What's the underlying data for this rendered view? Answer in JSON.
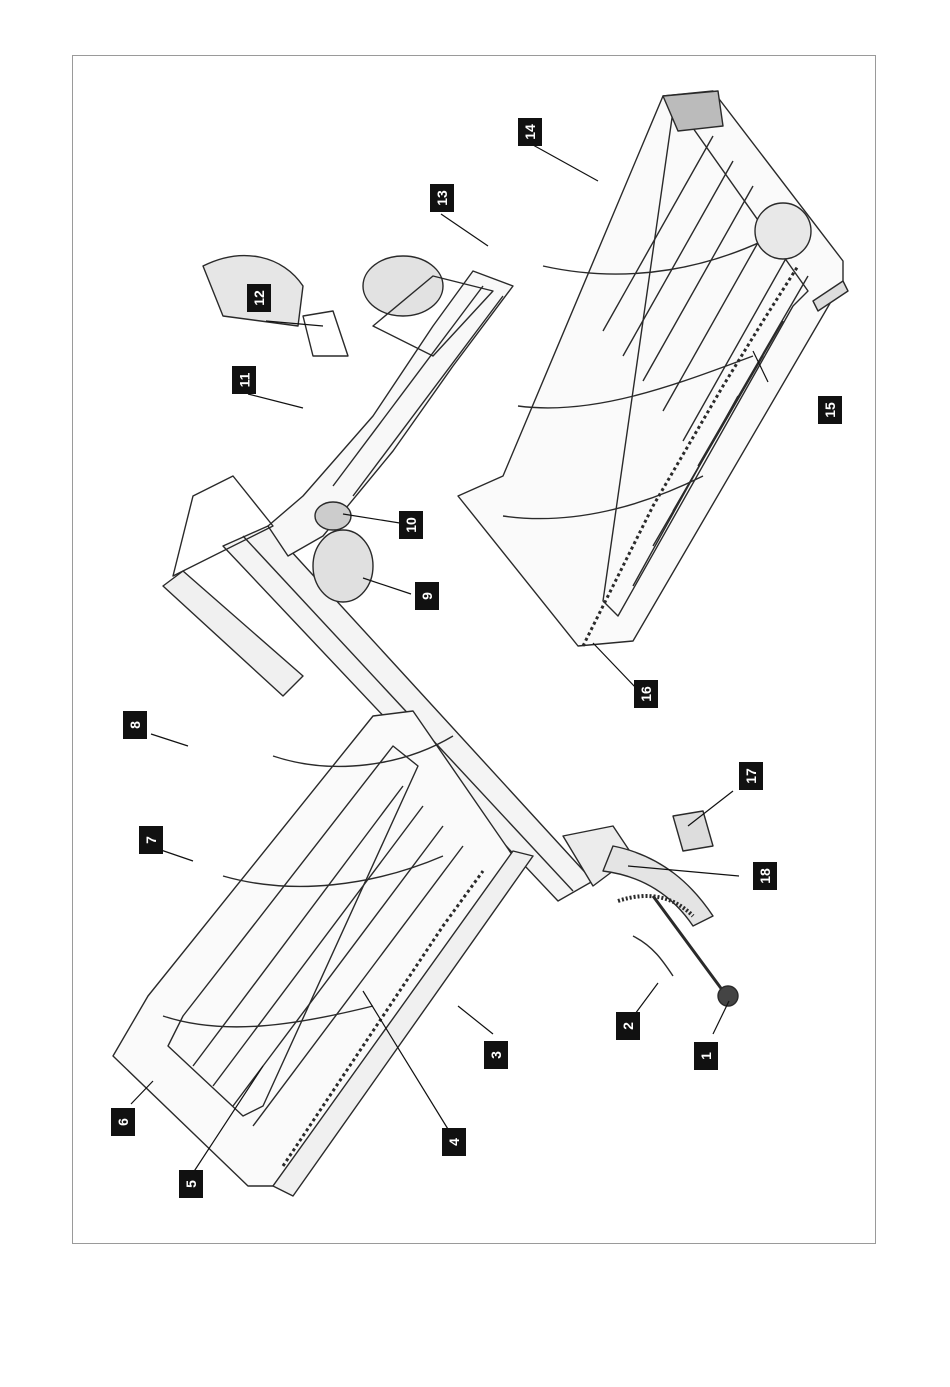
{
  "figure": {
    "subject": "exploded-view-machine-diagram",
    "callouts": [
      {
        "id": "1",
        "label": "1"
      },
      {
        "id": "2",
        "label": "2"
      },
      {
        "id": "3",
        "label": "3"
      },
      {
        "id": "4",
        "label": "4"
      },
      {
        "id": "5",
        "label": "5"
      },
      {
        "id": "6",
        "label": "6"
      },
      {
        "id": "7",
        "label": "7"
      },
      {
        "id": "8",
        "label": "8"
      },
      {
        "id": "9",
        "label": "9"
      },
      {
        "id": "10",
        "label": "10"
      },
      {
        "id": "11",
        "label": "11"
      },
      {
        "id": "12",
        "label": "12"
      },
      {
        "id": "13",
        "label": "13"
      },
      {
        "id": "14",
        "label": "14"
      },
      {
        "id": "15",
        "label": "15"
      },
      {
        "id": "16",
        "label": "16"
      },
      {
        "id": "17",
        "label": "17"
      },
      {
        "id": "18",
        "label": "18"
      }
    ]
  },
  "colors": {
    "callout_bg": "#111111",
    "callout_text": "#ffffff",
    "line": "#2a2a2a",
    "frame": "#9a9a9a"
  }
}
